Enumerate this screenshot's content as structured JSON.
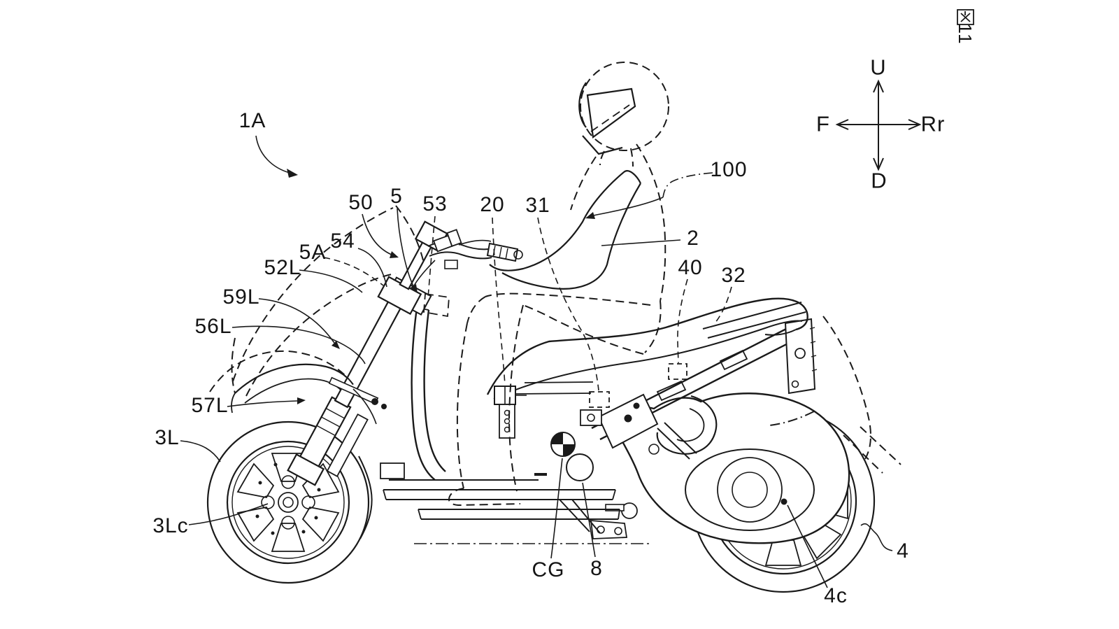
{
  "figure": {
    "label": "図11",
    "number": "11"
  },
  "compass": {
    "up": "U",
    "front": "F",
    "rear": "Rr",
    "down": "D"
  },
  "labels": {
    "ref_1a": "1A",
    "ref_50": "50",
    "ref_5": "5",
    "ref_53": "53",
    "ref_20": "20",
    "ref_31": "31",
    "ref_100": "100",
    "ref_2": "2",
    "ref_40": "40",
    "ref_32": "32",
    "ref_54": "54",
    "ref_5a": "5A",
    "ref_52l": "52L",
    "ref_59l": "59L",
    "ref_56l": "56L",
    "ref_57l": "57L",
    "ref_3l": "3L",
    "ref_3lc": "3Lc",
    "ref_cg": "CG",
    "ref_8": "8",
    "ref_4": "4",
    "ref_4c": "4c"
  },
  "colors": {
    "ink": "#1a1a1a",
    "background": "#ffffff"
  }
}
